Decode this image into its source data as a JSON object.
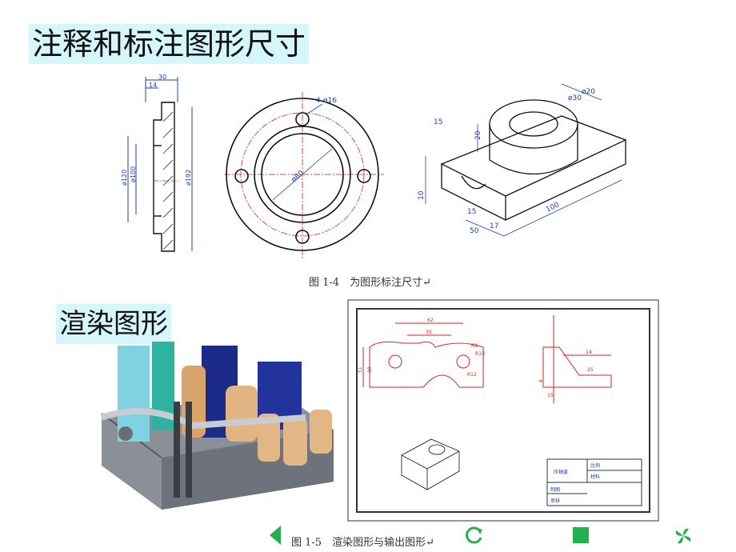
{
  "slide": {
    "heading_1": "注释和标注图形尺寸",
    "heading_2": "渲染图形",
    "caption_1": "图 1-4　为图形标注尺寸↵",
    "caption_2": "图 1-5　渲染图形与输出图形↵"
  },
  "figure_1_4": {
    "section_dims": [
      "30",
      "14",
      "ø120",
      "ø100",
      "ø192"
    ],
    "flange_dims": [
      "4-ø16",
      "ø80"
    ],
    "iso_dims": [
      "ø20",
      "ø30",
      "20",
      "15",
      "100",
      "50",
      "17",
      "15",
      "10"
    ]
  },
  "figure_1_5": {
    "drawing_dims": [
      "62",
      "35",
      "R8",
      "R13",
      "R12",
      "30",
      "51",
      "14",
      "25",
      "15",
      "8"
    ],
    "title_block": [
      "压轴盖",
      "比例",
      "材料",
      "制图",
      "审核"
    ]
  },
  "colors": {
    "heading_bg": "#d5f6fb",
    "dim_blue": "#1f3fb0",
    "nav_green": "#22b14c"
  },
  "nav": {
    "prev_icon": "triangle-left-icon",
    "refresh_icon": "circular-arrow-icon",
    "home_icon": "square-icon",
    "next_icon": "pinwheel-icon"
  }
}
